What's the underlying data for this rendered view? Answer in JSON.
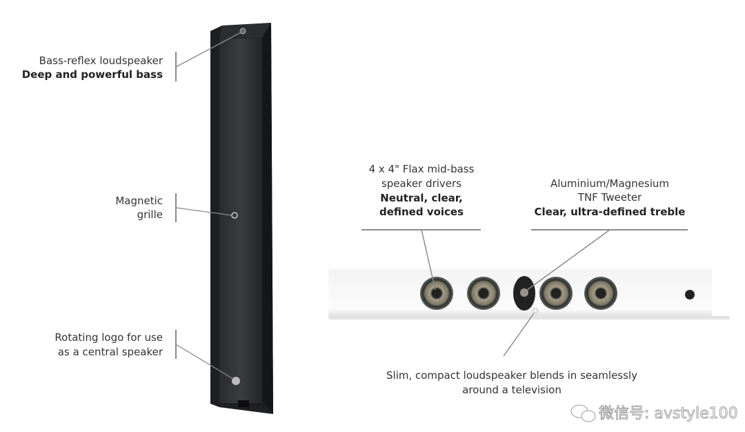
{
  "left_callouts": [
    {
      "line1": "Bass-reflex loudspeaker",
      "line2": "Deep and powerful bass"
    },
    {
      "line1": "Magnetic",
      "line2": "grille"
    },
    {
      "line1": "Rotating logo for use",
      "line2": "as a central speaker"
    }
  ],
  "drivers_callout": {
    "line1": "4 x 4\" Flax mid-bass",
    "line2": "speaker drivers",
    "line3": "Neutral, clear,",
    "line4": "defined voices"
  },
  "tweeter_callout": {
    "line1": "Aluminium/Magnesium",
    "line2": "TNF Tweeter",
    "line3": "Clear, ultra-defined treble"
  },
  "bottom_callout": {
    "line1": "Slim, compact loudspeaker blends in seamlessly",
    "line2": "around a television"
  },
  "watermark": "微信号: avstyle100"
}
